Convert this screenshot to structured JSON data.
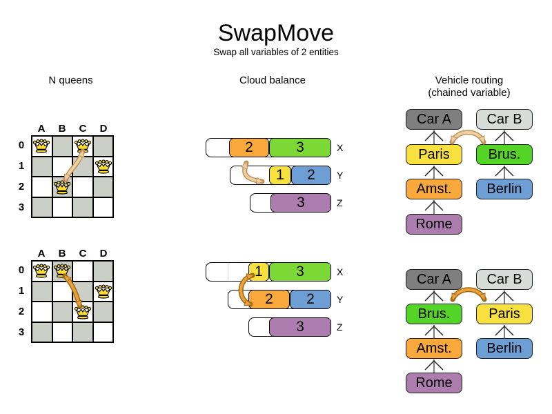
{
  "title": "SwapMove",
  "subtitle": "Swap all variables of 2 entities",
  "columns": {
    "nqueens": {
      "label": "N queens"
    },
    "cloud": {
      "label": "Cloud balance"
    },
    "vehicle": {
      "label_line1": "Vehicle routing",
      "label_line2": "(chained variable)"
    }
  },
  "nqueens": {
    "col_labels": [
      "A",
      "B",
      "C",
      "D"
    ],
    "row_labels": [
      "0",
      "1",
      "2",
      "3"
    ],
    "before": {
      "queen_cells": [
        "A0",
        "C0",
        "D1",
        "B2"
      ],
      "swap_cells": [
        "C0",
        "B2"
      ]
    },
    "after": {
      "queen_cells": [
        "A0",
        "B0",
        "D1",
        "C2"
      ],
      "swap_cells": [
        "B0",
        "C2"
      ]
    }
  },
  "cloud": {
    "row_labels": [
      "X",
      "Y",
      "Z"
    ],
    "before": {
      "x": {
        "processes": [
          {
            "value": "2",
            "color": "orange"
          },
          {
            "value": "3",
            "color": "green"
          }
        ]
      },
      "y": {
        "processes": [
          {
            "value": "1",
            "color": "yellow"
          },
          {
            "value": "2",
            "color": "blue"
          }
        ]
      },
      "z": {
        "processes": [
          {
            "value": "3",
            "color": "purple"
          }
        ]
      },
      "swap": {
        "a": "orange-2@X",
        "b": "yellow-1@Y"
      }
    },
    "after": {
      "x": {
        "processes": [
          {
            "value": "1",
            "color": "yellow"
          },
          {
            "value": "3",
            "color": "green"
          }
        ]
      },
      "y": {
        "processes": [
          {
            "value": "2",
            "color": "orange"
          },
          {
            "value": "2",
            "color": "blue"
          }
        ]
      },
      "z": {
        "processes": [
          {
            "value": "3",
            "color": "purple"
          }
        ]
      },
      "swap": {
        "a": "yellow-1@X",
        "b": "orange-2@Y"
      }
    }
  },
  "vehicle": {
    "before": {
      "chain_a": [
        "Car A",
        "Paris",
        "Amst.",
        "Rome"
      ],
      "chain_b": [
        "Car B",
        "Brus.",
        "Berlin"
      ],
      "swap": {
        "a": "Paris",
        "b": "Brus."
      }
    },
    "after": {
      "chain_a": [
        "Car A",
        "Brus.",
        "Amst.",
        "Rome"
      ],
      "chain_b": [
        "Car B",
        "Paris",
        "Berlin"
      ],
      "swap": {
        "a": "Brus.",
        "b": "Paris"
      }
    }
  },
  "colors": {
    "orange": "#f9a83c",
    "green": "#7cd935",
    "vr-green": "#55d428",
    "yellow": "#f8e13e",
    "blue": "#6d9ed4",
    "purple": "#ae7daf",
    "car-a-gray": "#7f7f7f",
    "car-b-gray": "#d8dcd8",
    "cell-gray": "#cbcfc6",
    "arrow-pale": "#eed0a4",
    "arrow-strong": "#eaa13c",
    "crown-yellow": "#ffdd30"
  }
}
